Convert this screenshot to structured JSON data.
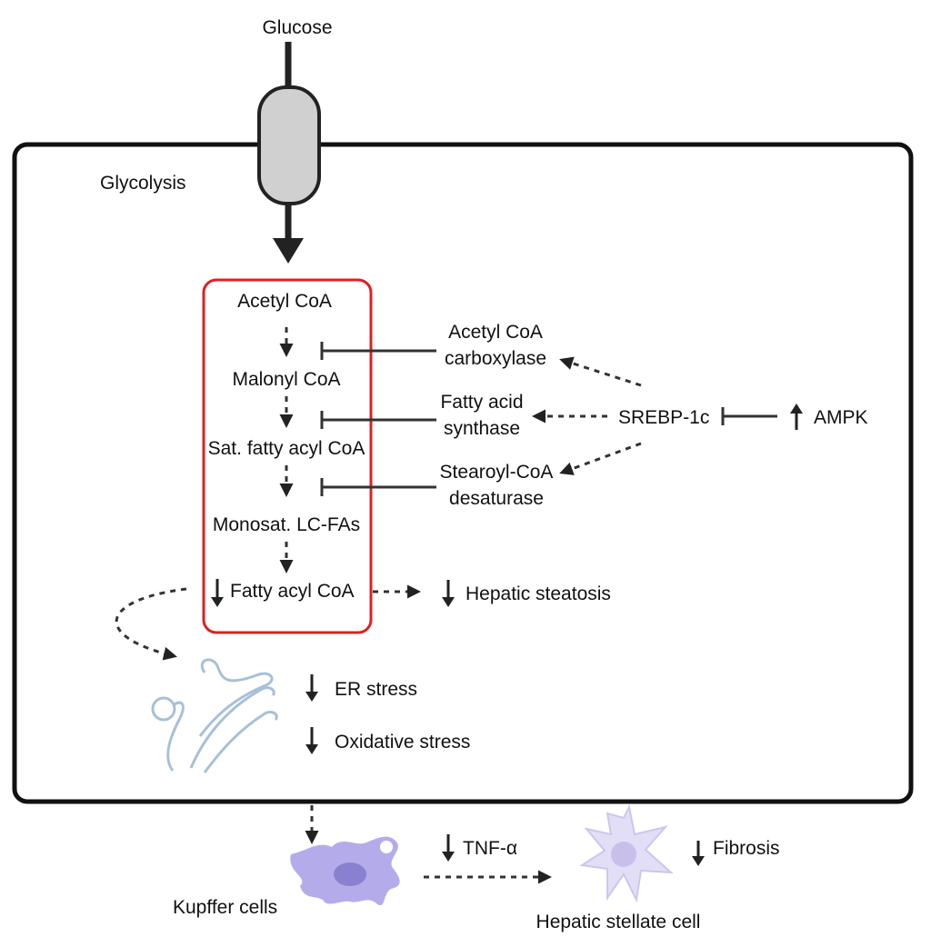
{
  "labels": {
    "glucose": "Glucose",
    "glycolysis": "Glycolysis",
    "acetyl_coa": "Acetyl CoA",
    "malonyl_coa": "Malonyl CoA",
    "sat_fatty_acyl_coa": "Sat. fatty acyl CoA",
    "monosat_lc_fas": "Monosat. LC-FAs",
    "fatty_acyl_coa": "Fatty acyl CoA",
    "acc_line1": "Acetyl CoA",
    "acc_line2": "carboxylase",
    "fas_line1": "Fatty acid",
    "fas_line2": "synthase",
    "scd_line1": "Stearoyl-CoA",
    "scd_line2": "desaturase",
    "srebp": "SREBP-1c",
    "ampk": "AMPK",
    "hepatic_steatosis": "Hepatic steatosis",
    "er_stress": "ER stress",
    "oxidative_stress": "Oxidative stress",
    "tnf_alpha": "TNF-α",
    "fibrosis": "Fibrosis",
    "kupffer_cells": "Kupffer cells",
    "hepatic_stellate_cell": "Hepatic stellate cell"
  },
  "colors": {
    "cell_outline": "#111111",
    "pathway_box": "#e02020",
    "transporter": "#d0d0d0",
    "er": "#a8c0d8",
    "kupffer": "#b4acea",
    "stellate": "#e2def5"
  }
}
